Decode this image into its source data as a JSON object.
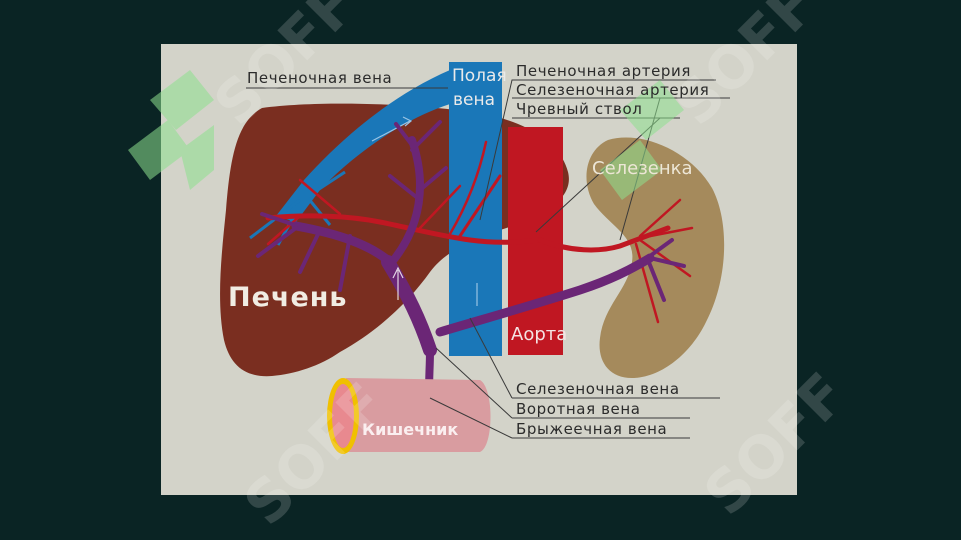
{
  "labels": {
    "hepatic_vein": "Печеночная вена",
    "vena_cava_1": "Полая",
    "vena_cava_2": "вена",
    "hepatic_artery": "Печеночная артерия",
    "splenic_artery": "Селезеночная артерия",
    "celiac_trunk": "Чревный ствол",
    "spleen": "Селезенка",
    "liver": "Печень",
    "aorta": "Аорта",
    "splenic_vein": "Селезеночная вена",
    "portal_vein": "Воротная вена",
    "mesenteric_vein": "Брыжеечная вена",
    "intestine": "Кишечник"
  },
  "watermark": {
    "text": "SOFF"
  },
  "colors": {
    "page_background": "#0a2424",
    "panel_background": "#d3d3c9",
    "liver": "#7a2e20",
    "spleen": "#a58a5c",
    "vena_cava": "#1a77b8",
    "aorta": "#c01722",
    "portal_system": "#6b2676",
    "intestine": "#d99ca0",
    "watermark": "#6fd36f"
  }
}
